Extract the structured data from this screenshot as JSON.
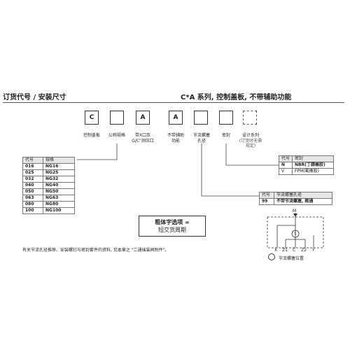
{
  "header": {
    "left_title": "订货代号 / 安装尺寸",
    "right_title": "C*A 系列, 控制盖板, 不带辅助功能"
  },
  "code": {
    "boxes": [
      "C",
      "",
      "A",
      "A",
      "",
      "",
      ""
    ],
    "labels": {
      "cover": "控制盖板",
      "size": "公称规格",
      "port_line1": "带X口及",
      "port_line2": "G/C\"测压口",
      "aux_line1": "不带辅助",
      "aux_line2": "功能",
      "orifice_line1": "节流螺塞",
      "orifice_line2": "孔径",
      "seal": "密封",
      "design_line1": "设计系列",
      "design_line2": "(订货时无需",
      "design_line3": "规定)"
    }
  },
  "size_table": {
    "headers": [
      "代号",
      "规格"
    ],
    "rows": [
      [
        "016",
        "NG16"
      ],
      [
        "025",
        "NG25"
      ],
      [
        "032",
        "NG32"
      ],
      [
        "040",
        "NG40"
      ],
      [
        "050",
        "NG50"
      ],
      [
        "063",
        "NG63"
      ],
      [
        "080",
        "NG80"
      ],
      [
        "100",
        "NG100"
      ]
    ]
  },
  "seal_table": {
    "headers": [
      "代号",
      "密封"
    ],
    "rows": [
      [
        "N",
        "NBR(丁腈橡胶)"
      ],
      [
        "V",
        "FPM(氟橡胶)"
      ]
    ]
  },
  "orifice_table": {
    "headers": [
      "代号",
      "节流螺塞孔径"
    ],
    "rows": [
      [
        "99",
        "不带节流螺塞, 敞通"
      ]
    ]
  },
  "option_box": {
    "line1": "粗体字选项 =",
    "line2": "短交货周期"
  },
  "schematic": {
    "top_label": "M",
    "port_labels": [
      "X",
      "Z1",
      "C",
      "Z2",
      "Y"
    ],
    "orifice_number": "1",
    "legend_text": "节流螺塞位置"
  },
  "footnote": "有关节流孔径推荐、安装螺钉与密封套件的资料, 见本章之 \"二通插装阀附件\"。"
}
